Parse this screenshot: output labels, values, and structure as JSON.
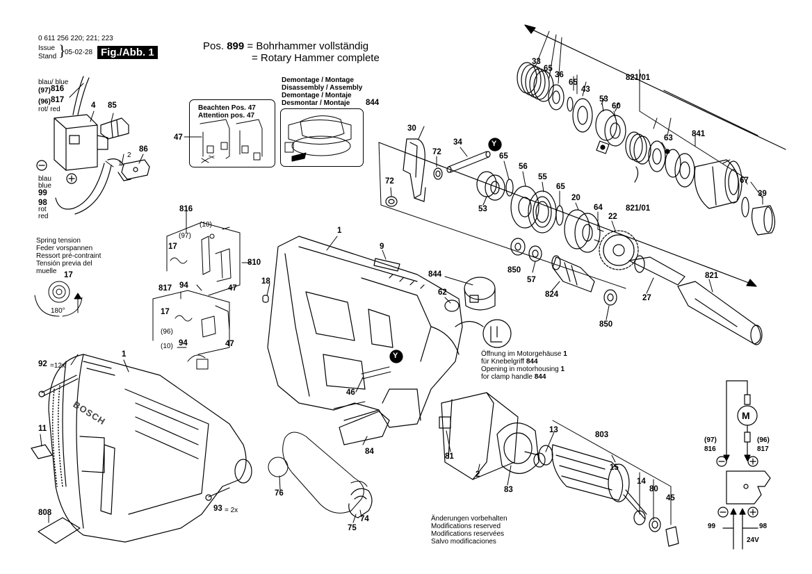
{
  "header": {
    "part_numbers": "0 611 256 220; 221; 223",
    "issue_label": "Issue",
    "stand_label": "Stand",
    "date": "05-02-28",
    "fig_label": "Fig./Abb. 1"
  },
  "position_title": {
    "pos_word": "Pos.",
    "pos_number": "899",
    "line_de": "= Bohrhammer vollständig",
    "line_en": "= Rotary Hammer complete"
  },
  "wire_notes": {
    "top_blue": "blau/ blue",
    "top_97": "(97)",
    "top_96": "(96)",
    "top_red": "rot/ red",
    "left_blau": "blau",
    "left_blue": "blue",
    "left_rot": "rot",
    "left_red": "red"
  },
  "attention_box": {
    "line1": "Beachten Pos. 47",
    "line2": "Attention pos. 47"
  },
  "assembly_box": {
    "line1": "Demontage / Montage",
    "line2": "Disassembly / Assembly",
    "line3": "Demontage / Montaje",
    "line4": "Desmontar / Montaje"
  },
  "spring_note": {
    "line1": "Spring tension",
    "line2": "Feder vorspannen",
    "line3": "Ressort pré-contraint",
    "line4": "Tensión previa del",
    "line5": "muelle",
    "angle": "180°"
  },
  "opening_note": {
    "line1_text": "Öffnung im Motorgehäuse",
    "line1_ref": "1",
    "line2_text": "für Knebelgriff",
    "line2_ref": "844",
    "line3_text": "Opening in motorhousing",
    "line3_ref": "1",
    "line4_text": "for clamp handle",
    "line4_ref": "844"
  },
  "modifications_note": {
    "line1": "Änderungen vorbehalten",
    "line2": "Modifications reserved",
    "line3": "Modifications reservées",
    "line4": "Salvo modificaciones"
  },
  "schematic": {
    "motor": "M",
    "left_ref": "(97)",
    "left_num": "816",
    "right_ref": "(96)",
    "right_num": "817",
    "minus": "−",
    "plus": "+",
    "bottom_left": "99",
    "bottom_right": "98",
    "voltage": "24V"
  },
  "brand": "BOSCH",
  "part_labels": [
    {
      "text": "816"
    },
    {
      "text": "817"
    },
    {
      "text": "4"
    },
    {
      "text": "85"
    },
    {
      "text": "86"
    },
    {
      "text": "2"
    },
    {
      "text": "1"
    },
    {
      "text": "99"
    },
    {
      "text": "98"
    },
    {
      "text": "47"
    },
    {
      "text": "844"
    },
    {
      "text": "33"
    },
    {
      "text": "65"
    },
    {
      "text": "36"
    },
    {
      "text": "65"
    },
    {
      "text": "43"
    },
    {
      "text": "53"
    },
    {
      "text": "60"
    },
    {
      "text": "821/01"
    },
    {
      "text": "63"
    },
    {
      "text": "841"
    },
    {
      "text": "67"
    },
    {
      "text": "39"
    },
    {
      "text": "30"
    },
    {
      "text": "72"
    },
    {
      "text": "34"
    },
    {
      "text": "72"
    },
    {
      "text": "65"
    },
    {
      "text": "56"
    },
    {
      "text": "55"
    },
    {
      "text": "65"
    },
    {
      "text": "20"
    },
    {
      "text": "64"
    },
    {
      "text": "22"
    },
    {
      "text": "821/01"
    },
    {
      "text": "53"
    },
    {
      "text": "816"
    },
    {
      "text": "(10)"
    },
    {
      "text": "(97)"
    },
    {
      "text": "17"
    },
    {
      "text": "810"
    },
    {
      "text": "94"
    },
    {
      "text": "47"
    },
    {
      "text": "17"
    },
    {
      "text": "817"
    },
    {
      "text": "17"
    },
    {
      "text": "(96)"
    },
    {
      "text": "94"
    },
    {
      "text": "(10)"
    },
    {
      "text": "47"
    },
    {
      "text": "1"
    },
    {
      "text": "9"
    },
    {
      "text": "18"
    },
    {
      "text": "844"
    },
    {
      "text": "62"
    },
    {
      "text": "850"
    },
    {
      "text": "57"
    },
    {
      "text": "824"
    },
    {
      "text": "850"
    },
    {
      "text": "27"
    },
    {
      "text": "821"
    },
    {
      "text": "92"
    },
    {
      "text": "=12x"
    },
    {
      "text": "1"
    },
    {
      "text": "11"
    },
    {
      "text": "93"
    },
    {
      "text": "= 2x"
    },
    {
      "text": "808"
    },
    {
      "text": "46"
    },
    {
      "text": "84"
    },
    {
      "text": "76"
    },
    {
      "text": "75"
    },
    {
      "text": "74"
    },
    {
      "text": "81"
    },
    {
      "text": "2"
    },
    {
      "text": "83"
    },
    {
      "text": "13"
    },
    {
      "text": "803"
    },
    {
      "text": "15"
    },
    {
      "text": "14"
    },
    {
      "text": "80"
    },
    {
      "text": "45"
    },
    {
      "text": "Y"
    },
    {
      "text": "Y"
    }
  ]
}
